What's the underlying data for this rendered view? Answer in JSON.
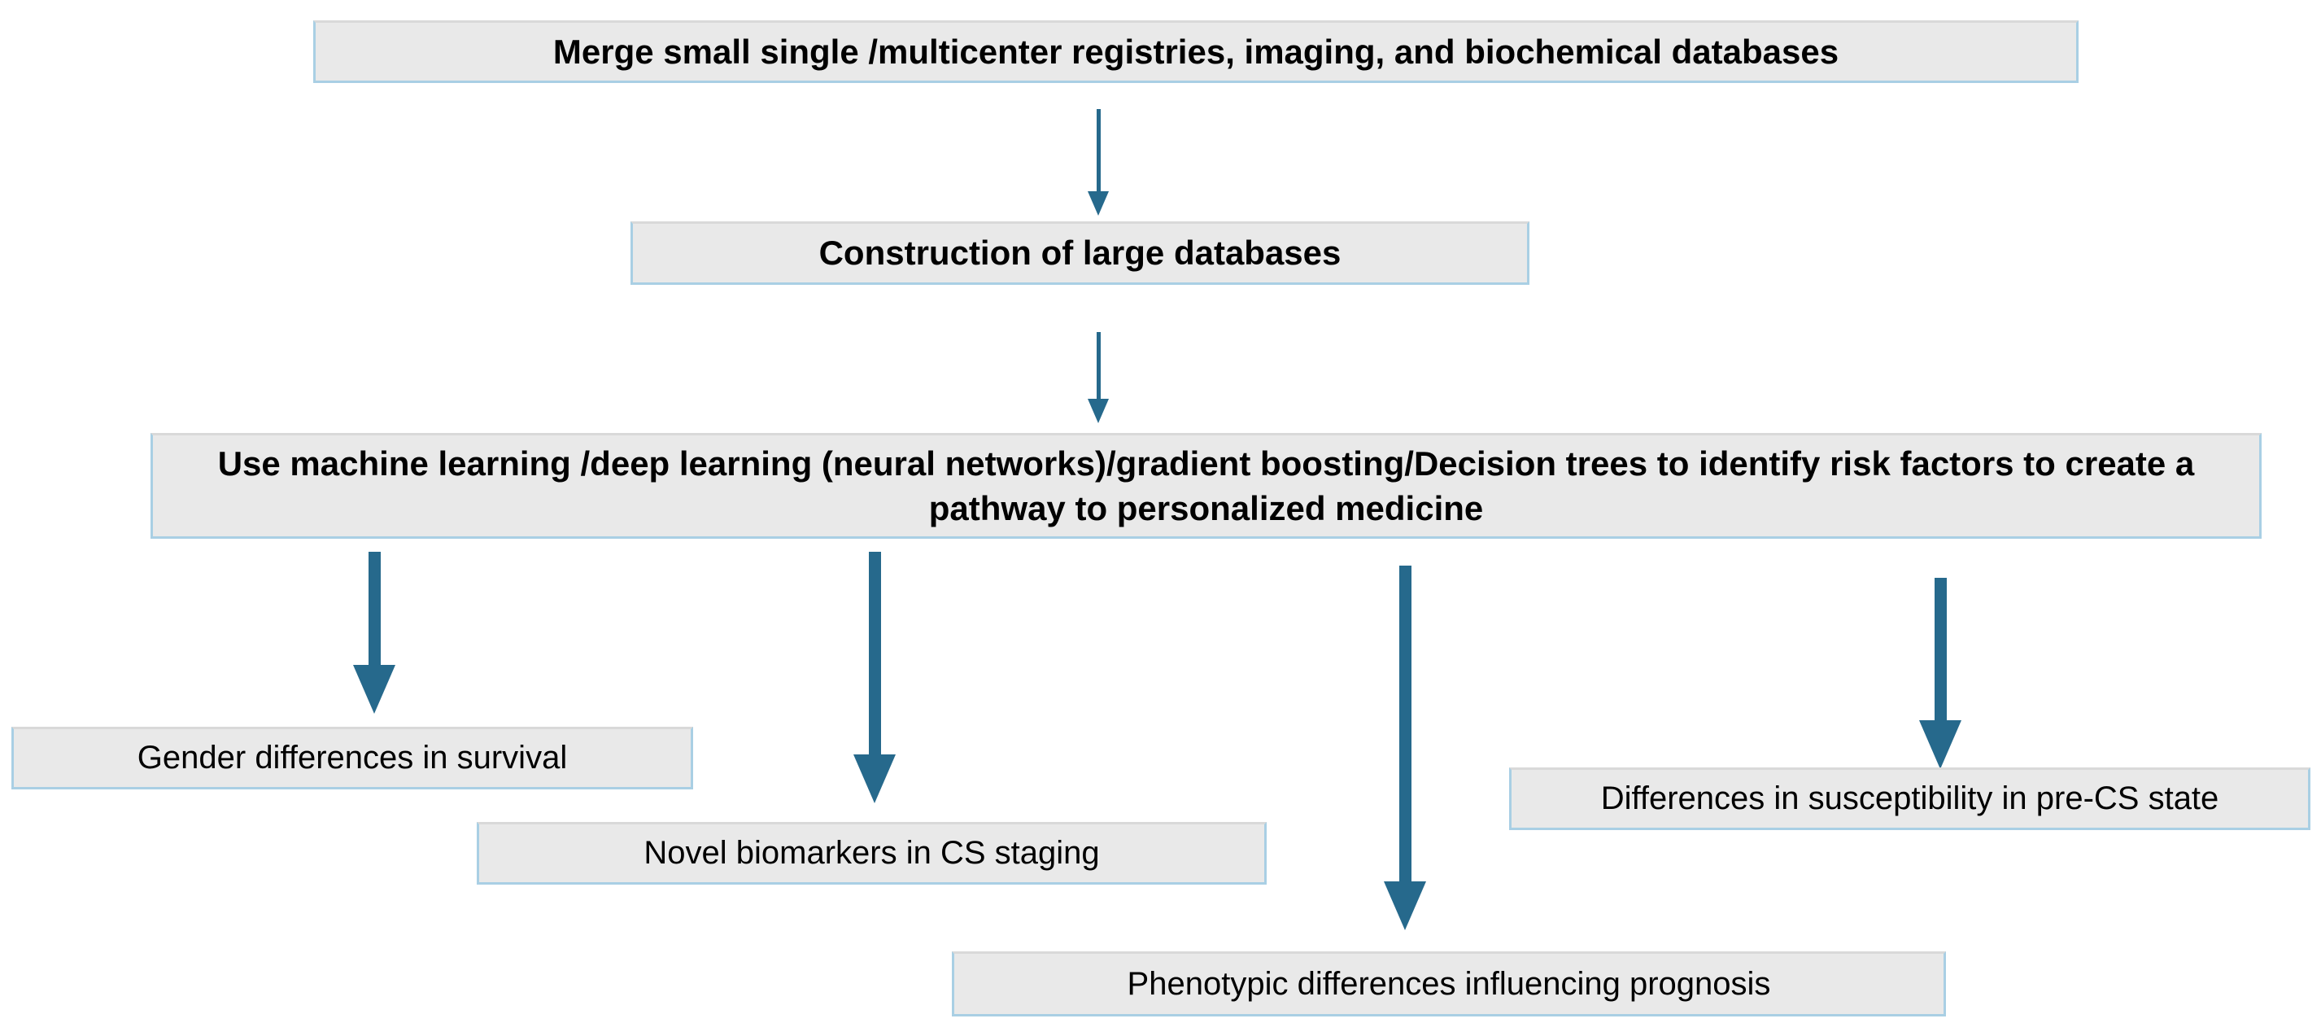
{
  "diagram": {
    "type": "flowchart",
    "nodes": {
      "merge": {
        "label": "Merge small single /multicenter registries, imaging, and biochemical databases"
      },
      "construction": {
        "label": "Construction of large databases"
      },
      "ml": {
        "label": "Use machine learning /deep learning (neural networks)/gradient boosting/Decision trees to identify risk factors to create a pathway to personalized medicine"
      },
      "gender": {
        "label": "Gender differences in survival"
      },
      "biomarkers": {
        "label": "Novel biomarkers in CS staging"
      },
      "susceptibility": {
        "label": "Differences in susceptibility in pre-CS state"
      },
      "phenotypic": {
        "label": "Phenotypic differences influencing prognosis"
      }
    },
    "edges": [
      {
        "from": "merge",
        "to": "construction",
        "style": "thin-arrow-down"
      },
      {
        "from": "construction",
        "to": "ml",
        "style": "thin-arrow-down"
      },
      {
        "from": "ml",
        "to": "gender",
        "style": "thick-arrow-down"
      },
      {
        "from": "ml",
        "to": "biomarkers",
        "style": "thick-arrow-down"
      },
      {
        "from": "ml",
        "to": "phenotypic",
        "style": "thick-arrow-down"
      },
      {
        "from": "ml",
        "to": "susceptibility",
        "style": "thick-arrow-down"
      }
    ]
  },
  "colors": {
    "background": "#ffffff",
    "box_fill": "#e9e9e9",
    "box_border": "#a9cfe4",
    "text": "#000000",
    "arrow": "#26698c"
  }
}
